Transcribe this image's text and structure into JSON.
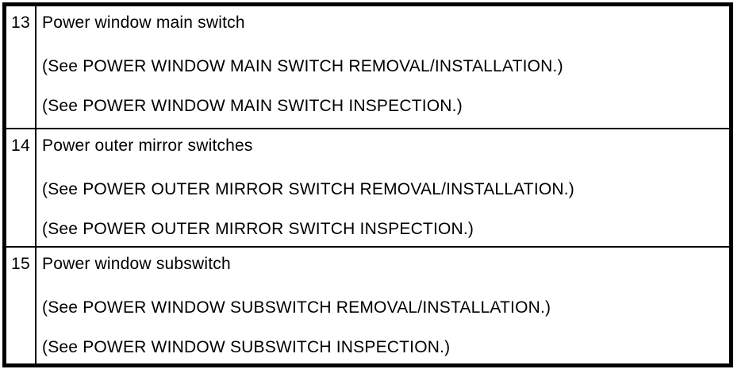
{
  "table": {
    "rows": [
      {
        "number": "13",
        "title": "Power window main switch",
        "refs": [
          "(See POWER WINDOW MAIN SWITCH REMOVAL/INSTALLATION.)",
          "(See POWER WINDOW MAIN SWITCH INSPECTION.)"
        ]
      },
      {
        "number": "14",
        "title": "Power outer mirror switches",
        "refs": [
          "(See POWER OUTER MIRROR SWITCH REMOVAL/INSTALLATION.)",
          "(See POWER OUTER MIRROR SWITCH INSPECTION.)"
        ]
      },
      {
        "number": "15",
        "title": "Power window subswitch",
        "refs": [
          "(See POWER WINDOW SUBSWITCH REMOVAL/INSTALLATION.)",
          "(See POWER WINDOW SUBSWITCH INSPECTION.)"
        ]
      }
    ]
  }
}
